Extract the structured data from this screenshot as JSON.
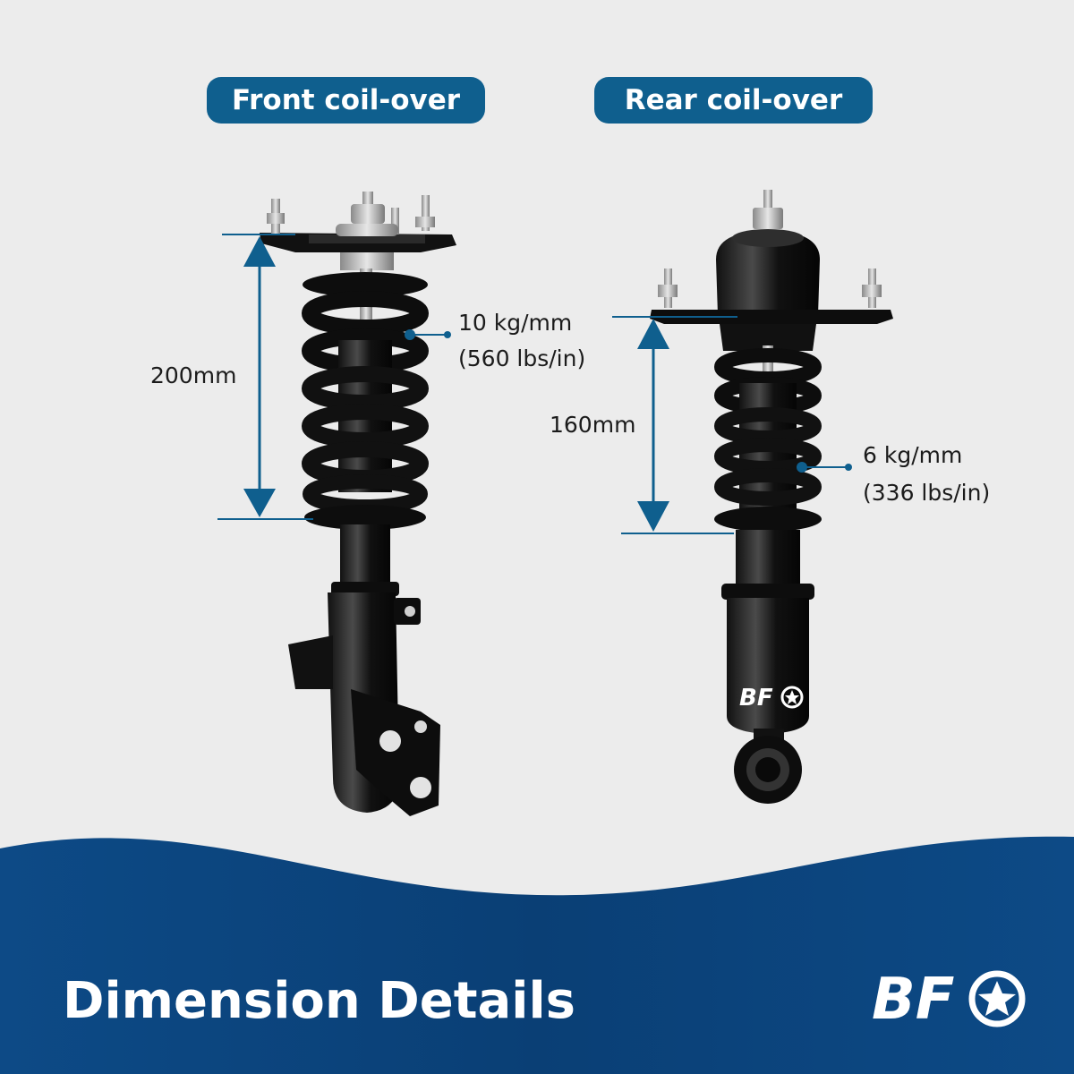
{
  "header": {
    "front_label": "Front coil-over",
    "rear_label": "Rear coil-over"
  },
  "front": {
    "dimension": "200mm",
    "spring_rate": "10 kg/mm",
    "spring_rate_imperial": "(560 lbs/in)"
  },
  "rear": {
    "dimension": "160mm",
    "spring_rate": "6 kg/mm",
    "spring_rate_imperial": "(336 lbs/in)"
  },
  "footer": {
    "title": "Dimension Details",
    "brand": "BF"
  },
  "colors": {
    "accent": "#0f5f8e",
    "footer_dark": "#0b3f78",
    "background": "#ececec",
    "text": "#1b1b1b",
    "product": "#0d0d0d"
  }
}
